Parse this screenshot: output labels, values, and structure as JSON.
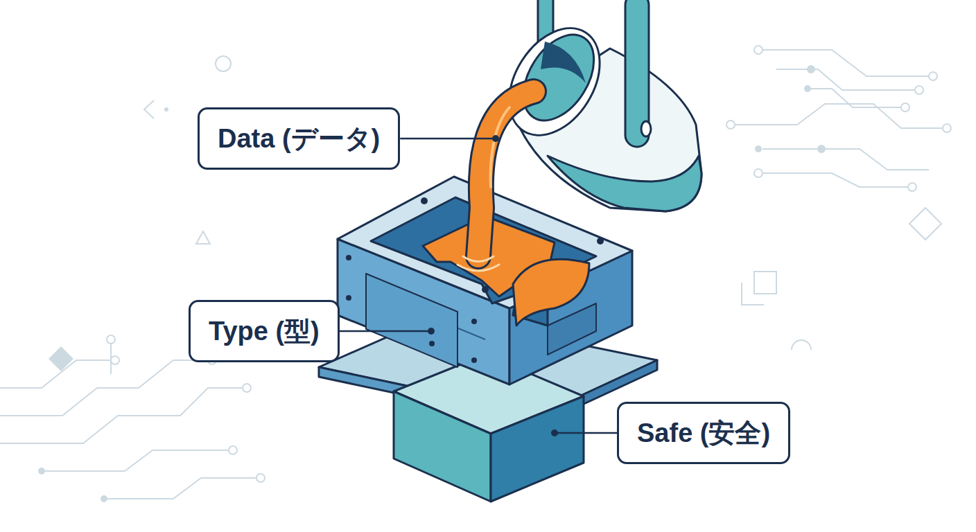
{
  "diagram": {
    "nodes": [
      {
        "text": [
          "Data (データ)"
        ]
      },
      {
        "text": [
          "Type (型)"
        ]
      },
      {
        "text": [
          "Safe (安全)"
        ]
      }
    ]
  }
}
